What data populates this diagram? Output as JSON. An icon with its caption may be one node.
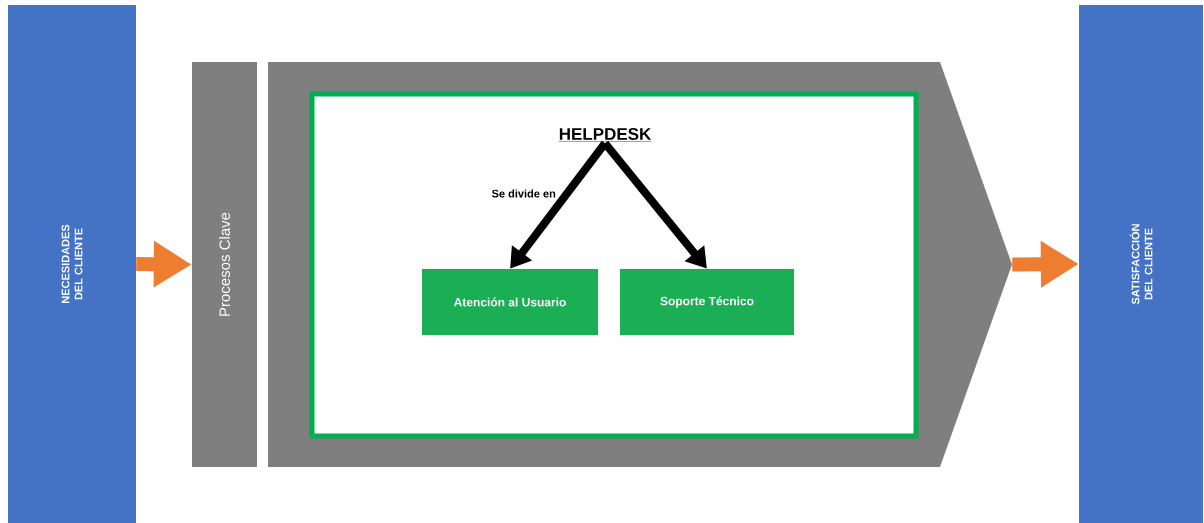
{
  "diagram": {
    "nodes": [
      {
        "text": [
          "NECESIDADES DEL CLIENTE"
        ]
      },
      {
        "text": [
          "Procesos Clave"
        ]
      },
      {
        "text": [],
        "shape": "chevron"
      },
      {
        "text": [],
        "shape": "box",
        "in": 2
      },
      {
        "text": [
          "HELPDESK"
        ],
        "in": 3
      },
      {
        "text": [
          "Atención al Usuario"
        ],
        "in": 3
      },
      {
        "text": [
          "Soporte Técnico"
        ],
        "in": 3
      },
      {
        "text": [
          "SATISFACCIÓN DEL CLIENTE"
        ]
      }
    ],
    "edges": [
      {
        "from": 0,
        "to": 1,
        "arrow": "to",
        "color": "#ed7d31"
      },
      {
        "from": 2,
        "to": 7,
        "arrow": "to",
        "color": "#ed7d31"
      },
      {
        "from": 4,
        "to": 5,
        "arrow": "to",
        "color": "#000000",
        "label": "Se divide en"
      },
      {
        "from": 4,
        "to": 6,
        "arrow": "to",
        "color": "#000000"
      }
    ]
  }
}
